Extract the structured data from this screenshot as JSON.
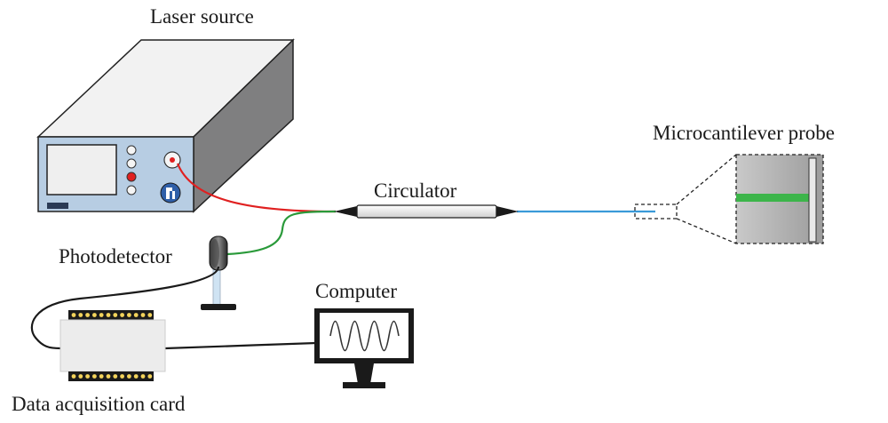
{
  "labels": {
    "laser_source": "Laser source",
    "circulator": "Circulator",
    "microcantilever_probe": "Microcantilever probe",
    "photodetector": "Photodetector",
    "computer": "Computer",
    "data_acquisition_card": "Data acquisition card"
  },
  "colors": {
    "red_fiber": "#e02020",
    "green_fiber": "#2a9a3a",
    "blue_fiber": "#3a9ad8",
    "box_front": "#b7cde3",
    "box_side": "#7f7f80",
    "box_top": "#f2f2f2",
    "probe_beam": "#3cb54a"
  },
  "icons": [
    "laser-source-device",
    "circulator-component",
    "photodetector-device",
    "data-acquisition-card",
    "computer-monitor",
    "microcantilever-probe"
  ]
}
